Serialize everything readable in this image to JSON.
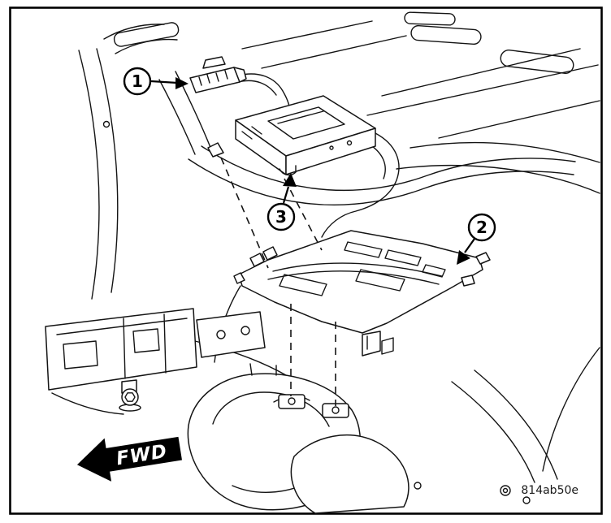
{
  "figure": {
    "code": "814ab50e",
    "fwd_label": "FWD",
    "callouts": [
      {
        "number": "1"
      },
      {
        "number": "2"
      },
      {
        "number": "3"
      }
    ]
  }
}
